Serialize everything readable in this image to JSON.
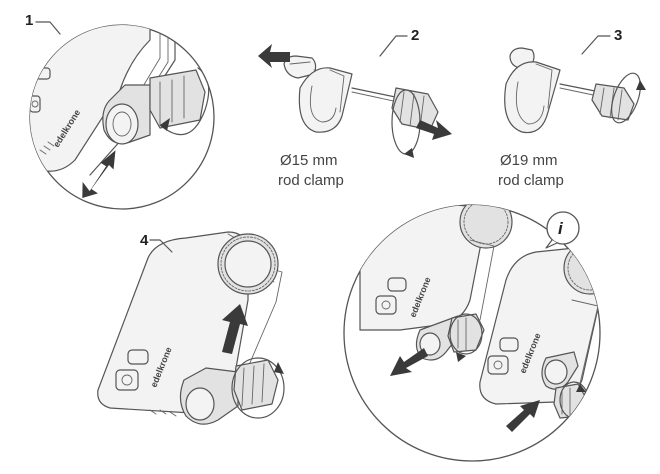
{
  "steps": {
    "s1": "1",
    "s2": "2",
    "s3": "3",
    "s4": "4"
  },
  "captions": {
    "c15_line1": "Ø15 mm",
    "c15_line2": "rod clamp",
    "c19_line1": "Ø19 mm",
    "c19_line2": "rod clamp"
  },
  "brand": "edelkrone",
  "info_glyph": "i"
}
